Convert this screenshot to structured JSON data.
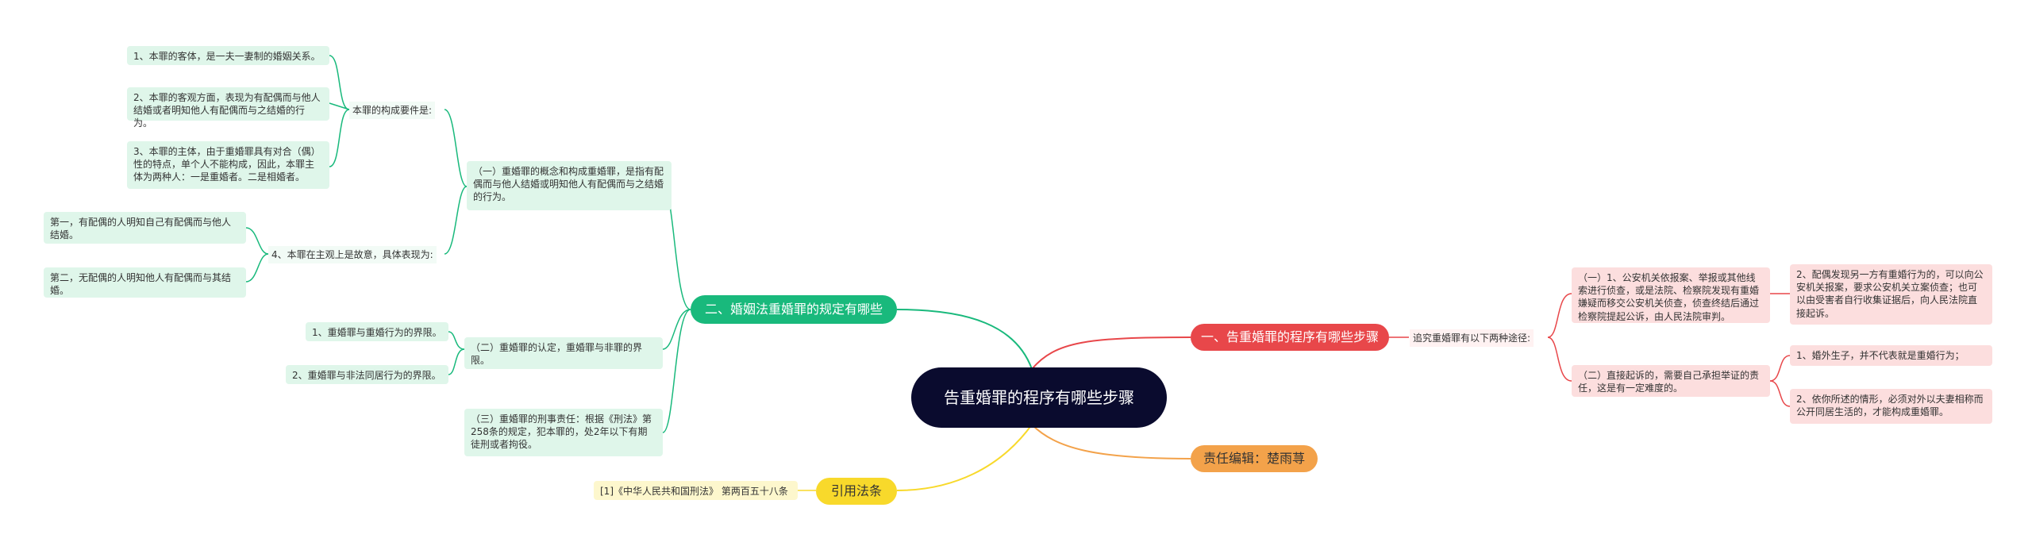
{
  "root": "告重婚罪的程序有哪些步骤",
  "branch1": {
    "label": "一、告重婚罪的程序有哪些步骤",
    "sub": "追究重婚罪有以下两种途径:",
    "items": [
      {
        "text": "（一）1、公安机关依报案、举报或其他线索进行侦查，或是法院、检察院发现有重婚嫌疑而移交公安机关侦查，侦查终结后通过检察院提起公诉，由人民法院审判。",
        "children": [
          "2、配偶发现另一方有重婚行为的，可以向公安机关报案，要求公安机关立案侦查；也可以由受害者自行收集证据后，向人民法院直接起诉。"
        ]
      },
      {
        "text": "（二）直接起诉的，需要自己承担举证的责任，这是有一定难度的。",
        "children": [
          "1、婚外生子，并不代表就是重婚行为；",
          "2、依你所述的情形，必须对外以夫妻相称而公开同居生活的，才能构成重婚罪。"
        ]
      }
    ]
  },
  "branch2": {
    "label": "二、婚姻法重婚罪的规定有哪些",
    "items": [
      {
        "text": "（一）重婚罪的概念和构成重婚罪，是指有配偶而与他人结婚或明知他人有配偶而与之结婚的行为。",
        "groups": [
          {
            "label": "本罪的构成要件是:",
            "children": [
              "1、本罪的客体，是一夫一妻制的婚姻关系。",
              "2、本罪的客观方面，表现为有配偶而与他人结婚或者明知他人有配偶而与之结婚的行为。",
              "3、本罪的主体，由于重婚罪具有对合（偶）性的特点，单个人不能构成，因此，本罪主体为两种人：一是重婚者。二是相婚者。"
            ]
          },
          {
            "label": "4、本罪在主观上是故意，具体表现为:",
            "children": [
              "第一，有配偶的人明知自己有配偶而与他人结婚。",
              "第二，无配偶的人明知他人有配偶而与其结婚。"
            ]
          }
        ]
      },
      {
        "text": "（二）重婚罪的认定，重婚罪与非罪的界限。",
        "children": [
          "1、重婚罪与重婚行为的界限。",
          "2、重婚罪与非法同居行为的界限。"
        ]
      },
      {
        "text": "（三）重婚罪的刑事责任：根据《刑法》第258条的规定，犯本罪的，处2年以下有期徒刑或者拘役。",
        "children": []
      }
    ]
  },
  "branch3": {
    "label": "引用法条",
    "children": [
      "[1]《中华人民共和国刑法》 第两百五十八条"
    ]
  },
  "branch4": {
    "label": "责任编辑：楚雨荨"
  },
  "colors": {
    "root": "#0a0b2e",
    "red": "#e8474a",
    "green": "#19b97c",
    "yellow": "#f8d92b",
    "orange": "#f3a24a"
  }
}
